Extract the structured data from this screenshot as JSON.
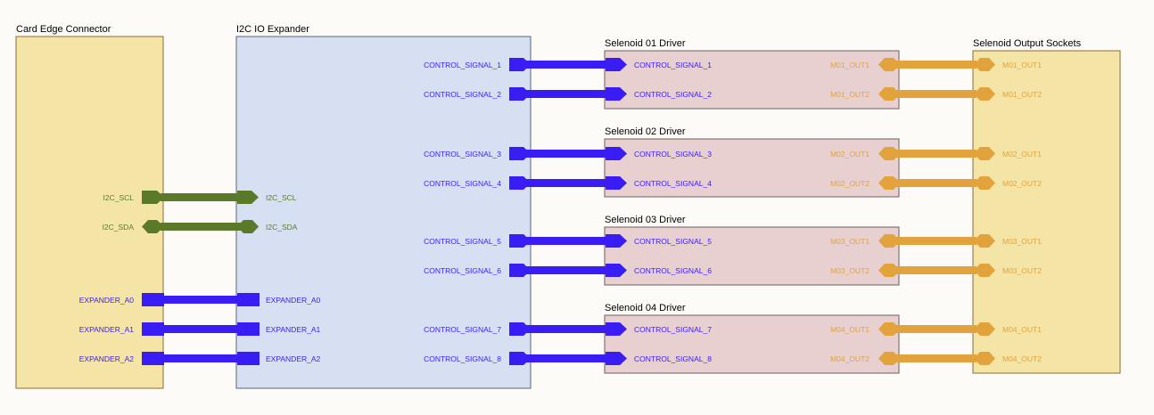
{
  "colors": {
    "card_fill": "#f4e5a6",
    "card_stroke": "#8a6a3a",
    "expander_fill": "#d6e0f2",
    "expander_stroke": "#5a6478",
    "driver_fill": "#e8d0d0",
    "driver_stroke": "#6e5e5e",
    "socket_fill": "#f4e5a6",
    "socket_stroke": "#8a6a3a",
    "signal_blue": "#3a1cf4",
    "i2c_green": "#5a7a2a",
    "output_orange": "#e3a33c"
  },
  "blocks": {
    "card_edge": {
      "title": "Card Edge Connector",
      "pins": [
        "I2C_SCL",
        "I2C_SDA",
        "EXPANDER_A0",
        "EXPANDER_A1",
        "EXPANDER_A2"
      ]
    },
    "expander": {
      "title": "I2C IO Expander",
      "left_pins": [
        "I2C_SCL",
        "I2C_SDA",
        "EXPANDER_A0",
        "EXPANDER_A1",
        "EXPANDER_A2"
      ],
      "right_pins": [
        "CONTROL_SIGNAL_1",
        "CONTROL_SIGNAL_2",
        "CONTROL_SIGNAL_3",
        "CONTROL_SIGNAL_4",
        "CONTROL_SIGNAL_5",
        "CONTROL_SIGNAL_6",
        "CONTROL_SIGNAL_7",
        "CONTROL_SIGNAL_8"
      ]
    },
    "drivers": [
      {
        "title": "Selenoid 01 Driver",
        "inputs": [
          "CONTROL_SIGNAL_1",
          "CONTROL_SIGNAL_2"
        ],
        "outputs": [
          "M01_OUT1",
          "M01_OUT2"
        ]
      },
      {
        "title": "Selenoid 02 Driver",
        "inputs": [
          "CONTROL_SIGNAL_3",
          "CONTROL_SIGNAL_4"
        ],
        "outputs": [
          "M02_OUT1",
          "M02_OUT2"
        ]
      },
      {
        "title": "Selenoid 03 Driver",
        "inputs": [
          "CONTROL_SIGNAL_5",
          "CONTROL_SIGNAL_6"
        ],
        "outputs": [
          "M03_OUT1",
          "M03_OUT2"
        ]
      },
      {
        "title": "Selenoid 04 Driver",
        "inputs": [
          "CONTROL_SIGNAL_7",
          "CONTROL_SIGNAL_8"
        ],
        "outputs": [
          "M04_OUT1",
          "M04_OUT2"
        ]
      }
    ],
    "sockets": {
      "title": "Selenoid Output Sockets",
      "pins": [
        "M01_OUT1",
        "M01_OUT2",
        "M02_OUT1",
        "M02_OUT2",
        "M03_OUT1",
        "M03_OUT2",
        "M04_OUT1",
        "M04_OUT2"
      ]
    }
  }
}
